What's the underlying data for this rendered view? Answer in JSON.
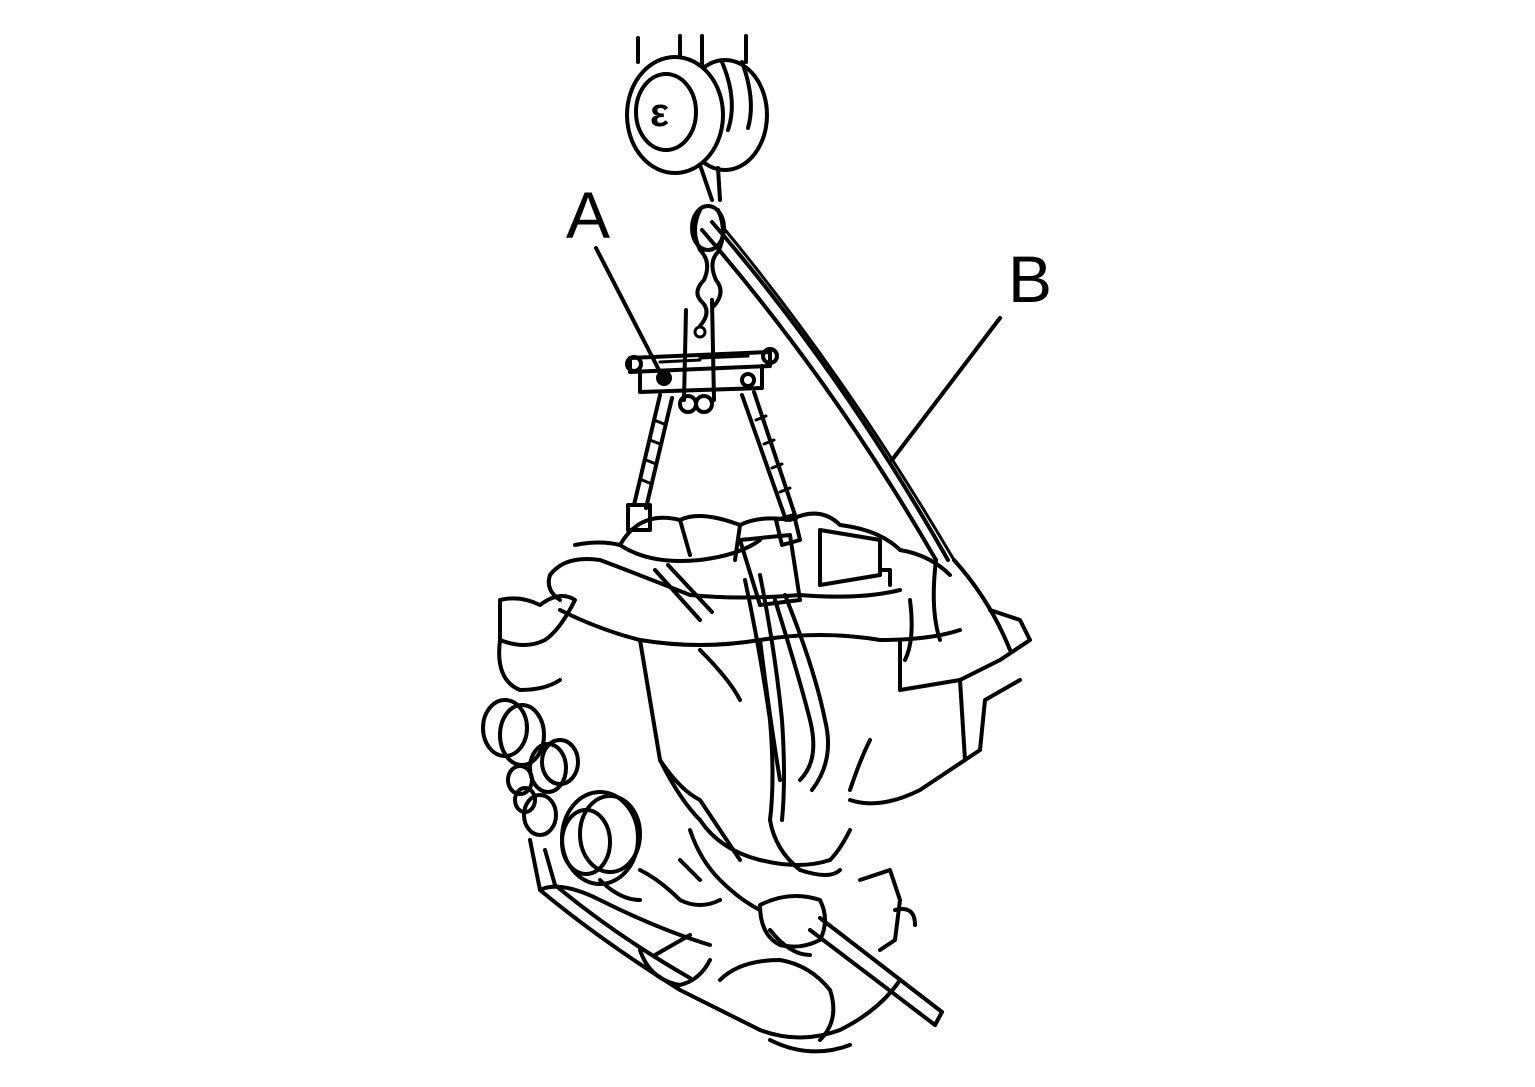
{
  "diagram": {
    "callouts": [
      {
        "id": "A",
        "text": "A"
      },
      {
        "id": "B",
        "text": "B"
      }
    ],
    "hoist_mark": "ε"
  }
}
